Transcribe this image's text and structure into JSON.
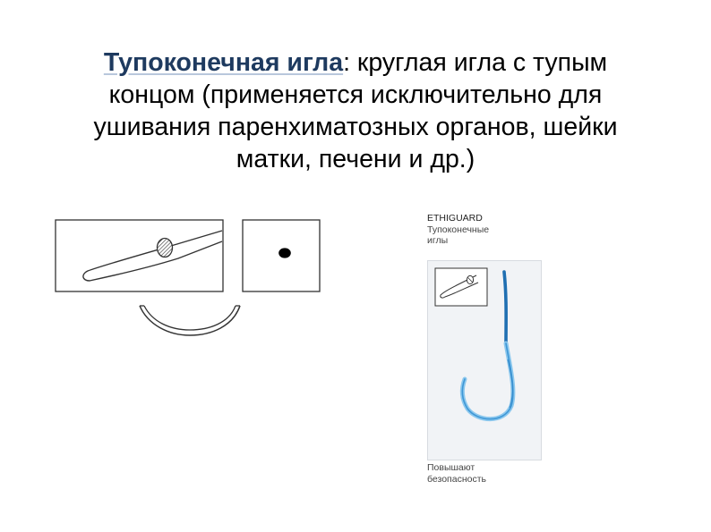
{
  "slide": {
    "term": "Тупоконечная игла",
    "line1_rest": ": круглая игла с тупым",
    "line2": "концом (применяется исключительно для",
    "line3": "ушивания паренхиматозных органов, шейки",
    "line4": "матки, печени и др.)"
  },
  "package": {
    "brand": "ETHIGUARD",
    "subtitle_line1": "Тупоконечные",
    "subtitle_line2": "иглы",
    "footer_line1": "Повышают",
    "footer_line2": "безопасность"
  },
  "colors": {
    "title_term": "#1e3a5f",
    "suture_dark": "#1f6fb2",
    "suture_light": "#5aaee6"
  }
}
